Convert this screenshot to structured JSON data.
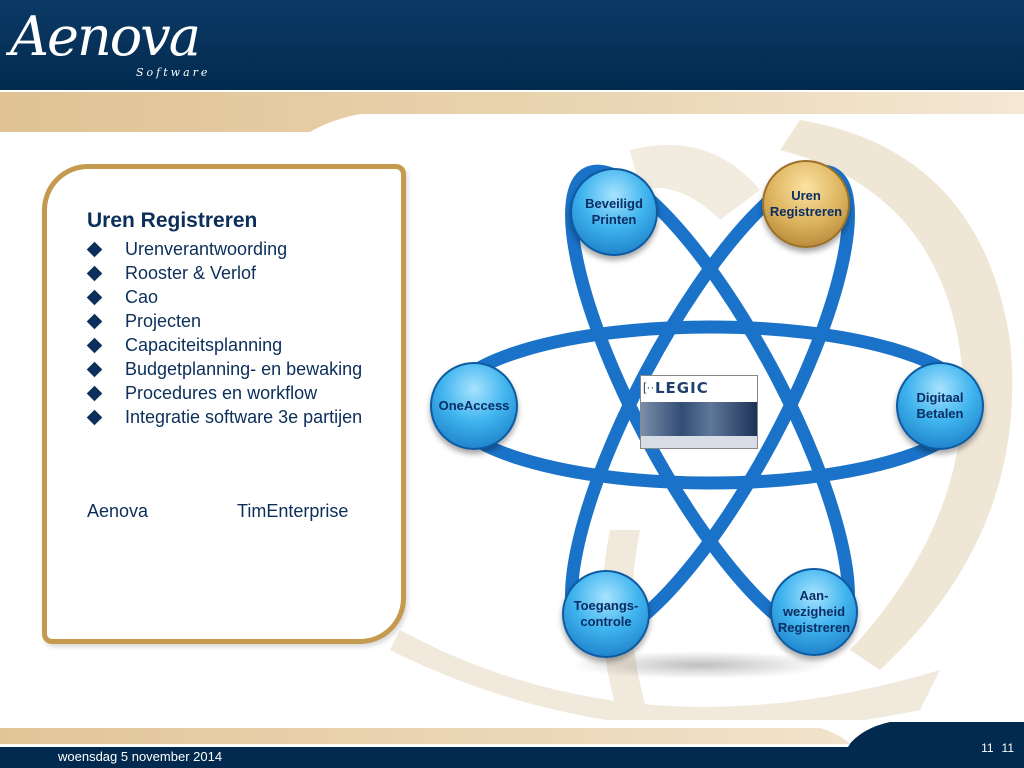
{
  "logo": {
    "name": "Aenova",
    "sub": "Software"
  },
  "card": {
    "title": "Uren Registreren",
    "bullets": [
      "Urenverantwoording",
      "Rooster & Verlof",
      "Cao",
      "Projecten",
      "Capaciteitsplanning",
      "Budgetplanning- en bewaking",
      "Procedures en workflow",
      "Integratie software 3e partijen"
    ],
    "footer_left": "Aenova",
    "footer_right": "TimEnterprise"
  },
  "diagram": {
    "center_card": {
      "brand": "LEGIC",
      "icon": "legic-card-icon"
    },
    "nodes": [
      {
        "label": "Beveiligd\nPrinten",
        "style": "blue"
      },
      {
        "label": "Uren\nRegistreren",
        "style": "gold"
      },
      {
        "label": "OneAccess",
        "style": "blue"
      },
      {
        "label": "Digitaal\nBetalen",
        "style": "blue"
      },
      {
        "label": "Toegangs-\ncontrole",
        "style": "blue"
      },
      {
        "label": "Aan-\nwezigheid\nRegistreren",
        "style": "blue"
      }
    ]
  },
  "footer": {
    "date": "woensdag 5 november 2014",
    "page_a": "11",
    "page_b": "11"
  },
  "colors": {
    "header": "#022a4f",
    "gold": "#c49a4e",
    "text": "#0b2e5a",
    "orbit": "#1a73c9"
  }
}
